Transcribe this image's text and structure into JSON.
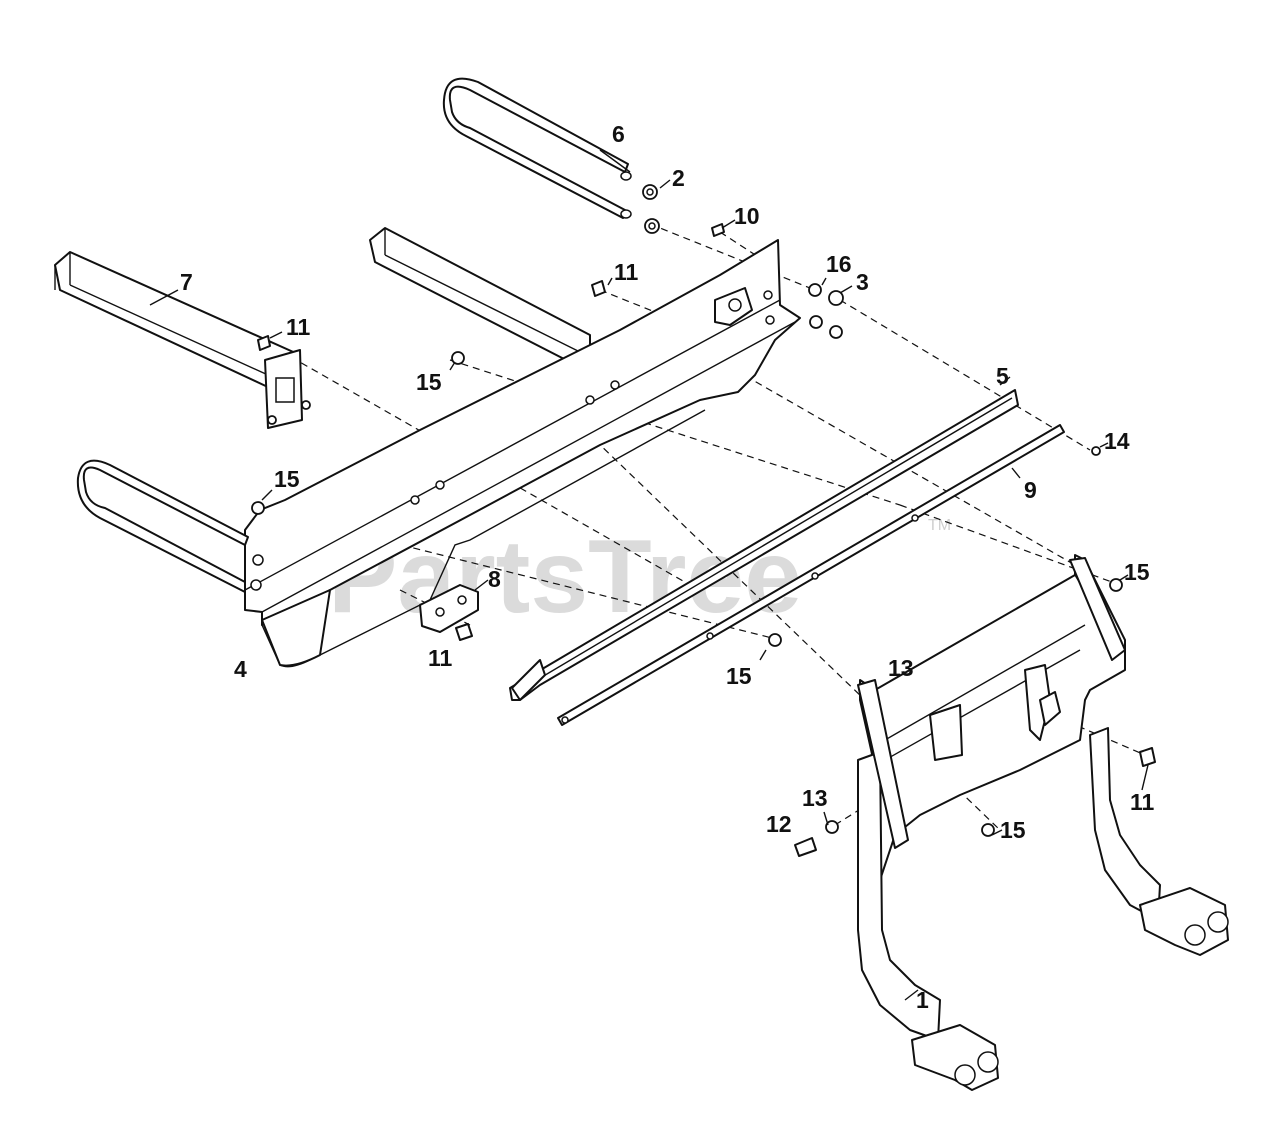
{
  "watermark": {
    "text": "PartsTree",
    "trademark": "TM",
    "color": "#cfcfcf"
  },
  "callouts": [
    {
      "id": "c1",
      "label": "1"
    },
    {
      "id": "c2",
      "label": "2"
    },
    {
      "id": "c3",
      "label": "3"
    },
    {
      "id": "c4",
      "label": "4"
    },
    {
      "id": "c5",
      "label": "5"
    },
    {
      "id": "c6",
      "label": "6"
    },
    {
      "id": "c7",
      "label": "7"
    },
    {
      "id": "c8",
      "label": "8"
    },
    {
      "id": "c9",
      "label": "9"
    },
    {
      "id": "c10",
      "label": "10"
    },
    {
      "id": "c11a",
      "label": "11"
    },
    {
      "id": "c11b",
      "label": "11"
    },
    {
      "id": "c11c",
      "label": "11"
    },
    {
      "id": "c11d",
      "label": "11"
    },
    {
      "id": "c12",
      "label": "12"
    },
    {
      "id": "c13a",
      "label": "13"
    },
    {
      "id": "c13b",
      "label": "13"
    },
    {
      "id": "c14",
      "label": "14"
    },
    {
      "id": "c15a",
      "label": "15"
    },
    {
      "id": "c15b",
      "label": "15"
    },
    {
      "id": "c15c",
      "label": "15"
    },
    {
      "id": "c15d",
      "label": "15"
    },
    {
      "id": "c15e",
      "label": "15"
    },
    {
      "id": "c16",
      "label": "16"
    }
  ]
}
